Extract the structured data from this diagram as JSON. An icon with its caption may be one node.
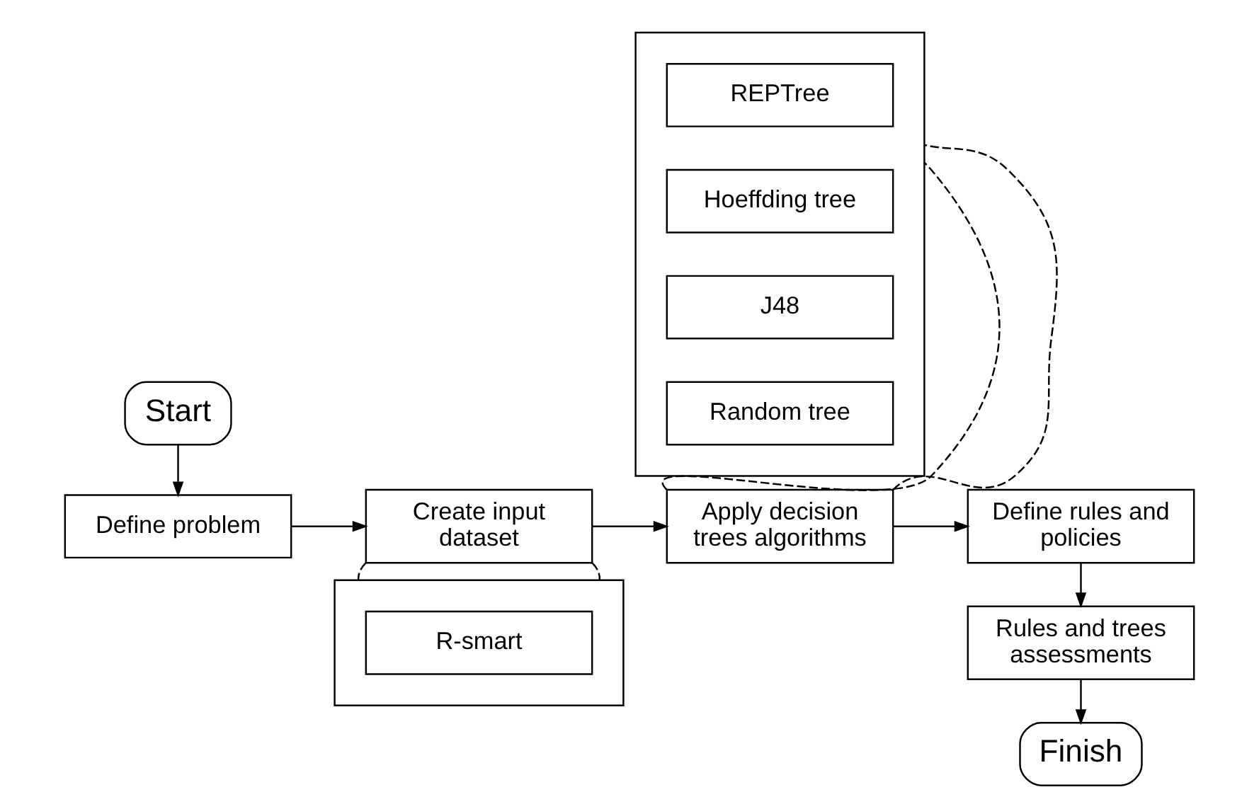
{
  "diagram": {
    "nodes": [
      {
        "text": [
          "Start"
        ]
      },
      {
        "text": [],
        "shape": "box"
      },
      {
        "text": [
          "REPTree"
        ],
        "in": 1
      },
      {
        "text": [
          "Hoeffding tree"
        ],
        "in": 1
      },
      {
        "text": [
          "J48"
        ],
        "in": 1
      },
      {
        "text": [
          "Random tree"
        ],
        "in": 1
      },
      {
        "text": [
          "Define problem"
        ]
      },
      {
        "text": [
          "Create input dataset"
        ]
      },
      {
        "text": [
          "Apply decision trees algorithms"
        ]
      },
      {
        "text": [
          "Define rules and policies"
        ]
      },
      {
        "text": [
          "Rules and trees assessments"
        ]
      },
      {
        "text": [],
        "shape": "box"
      },
      {
        "text": [
          "R-smart"
        ],
        "in": 11
      },
      {
        "text": [
          "Finish"
        ]
      }
    ],
    "edges": [
      {
        "from": 0,
        "to": 6,
        "arrow": "to"
      },
      {
        "from": 6,
        "to": 7,
        "arrow": "to"
      },
      {
        "from": 7,
        "to": 8,
        "arrow": "to"
      },
      {
        "from": 8,
        "to": 9,
        "arrow": "to"
      },
      {
        "from": 9,
        "to": 10,
        "arrow": "to"
      },
      {
        "from": 10,
        "to": 13,
        "arrow": "to"
      },
      {
        "from": 8,
        "to": 1,
        "arrow": "none",
        "style": "dashed"
      },
      {
        "from": 8,
        "to": 1,
        "arrow": "none",
        "style": "dashed"
      },
      {
        "from": 7,
        "to": 11,
        "arrow": "none",
        "style": "dashed"
      },
      {
        "from": 7,
        "to": 11,
        "arrow": "none",
        "style": "dashed"
      }
    ]
  }
}
